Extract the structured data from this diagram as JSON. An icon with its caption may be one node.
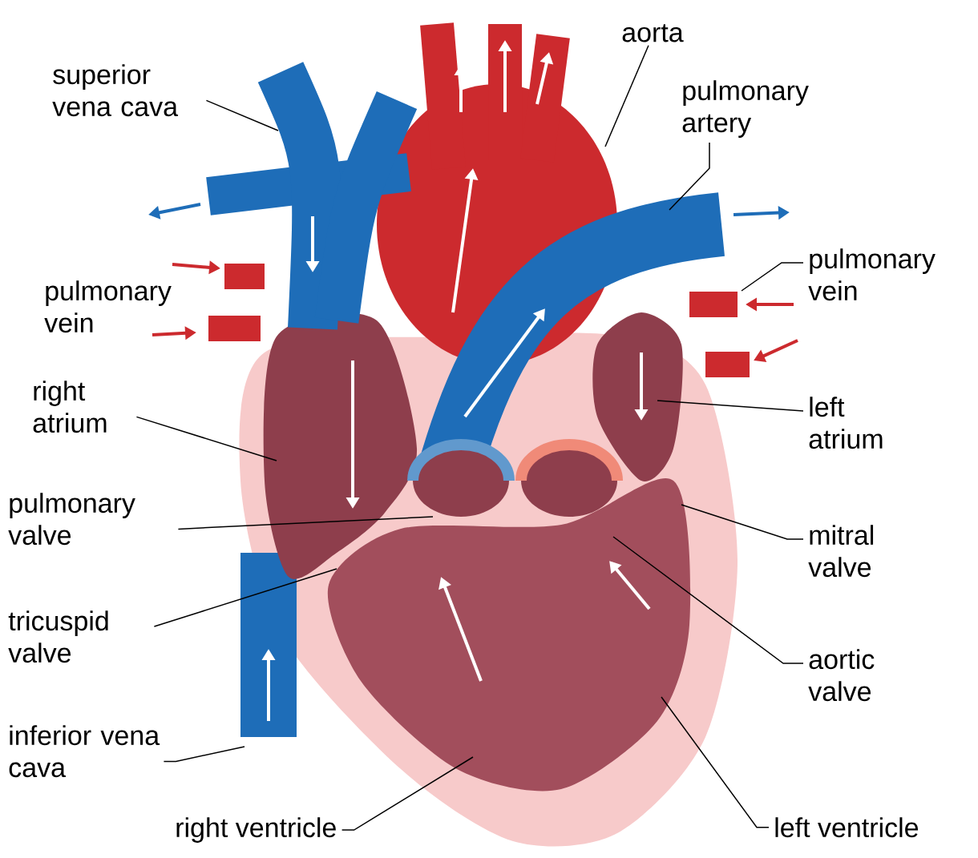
{
  "diagram": {
    "nodes": [
      {
        "text": [
          "superior vena cava"
        ]
      },
      {
        "text": [
          "aorta"
        ]
      },
      {
        "text": [
          "pulmonary artery"
        ]
      },
      {
        "text": [
          "pulmonary vein"
        ]
      },
      {
        "text": [
          "right atrium"
        ]
      },
      {
        "text": [
          "left atrium"
        ]
      },
      {
        "text": [
          "pulmonary valve"
        ]
      },
      {
        "text": [
          "mitral valve"
        ]
      },
      {
        "text": [
          "tricuspid valve"
        ]
      },
      {
        "text": [
          "aortic valve"
        ]
      },
      {
        "text": [
          "inferior vena cava"
        ]
      },
      {
        "text": [
          "right ventricle"
        ]
      },
      {
        "text": [
          "left ventricle"
        ]
      }
    ],
    "edges": [
      {
        "from": 0,
        "to": null,
        "arrow": "none"
      },
      {
        "from": 1,
        "to": null,
        "arrow": "none"
      },
      {
        "from": 2,
        "to": null,
        "arrow": "none"
      },
      {
        "from": 3,
        "to": null,
        "arrow": "none"
      },
      {
        "from": 4,
        "to": null,
        "arrow": "none"
      },
      {
        "from": 5,
        "to": null,
        "arrow": "none"
      },
      {
        "from": 6,
        "to": null,
        "arrow": "none"
      },
      {
        "from": 7,
        "to": null,
        "arrow": "none"
      },
      {
        "from": 8,
        "to": null,
        "arrow": "none"
      },
      {
        "from": 9,
        "to": null,
        "arrow": "none"
      },
      {
        "from": 10,
        "to": null,
        "arrow": "none"
      },
      {
        "from": 11,
        "to": null,
        "arrow": "none"
      },
      {
        "from": 12,
        "to": null,
        "arrow": "none"
      }
    ],
    "labels": [
      "pulmonary vein"
    ]
  }
}
